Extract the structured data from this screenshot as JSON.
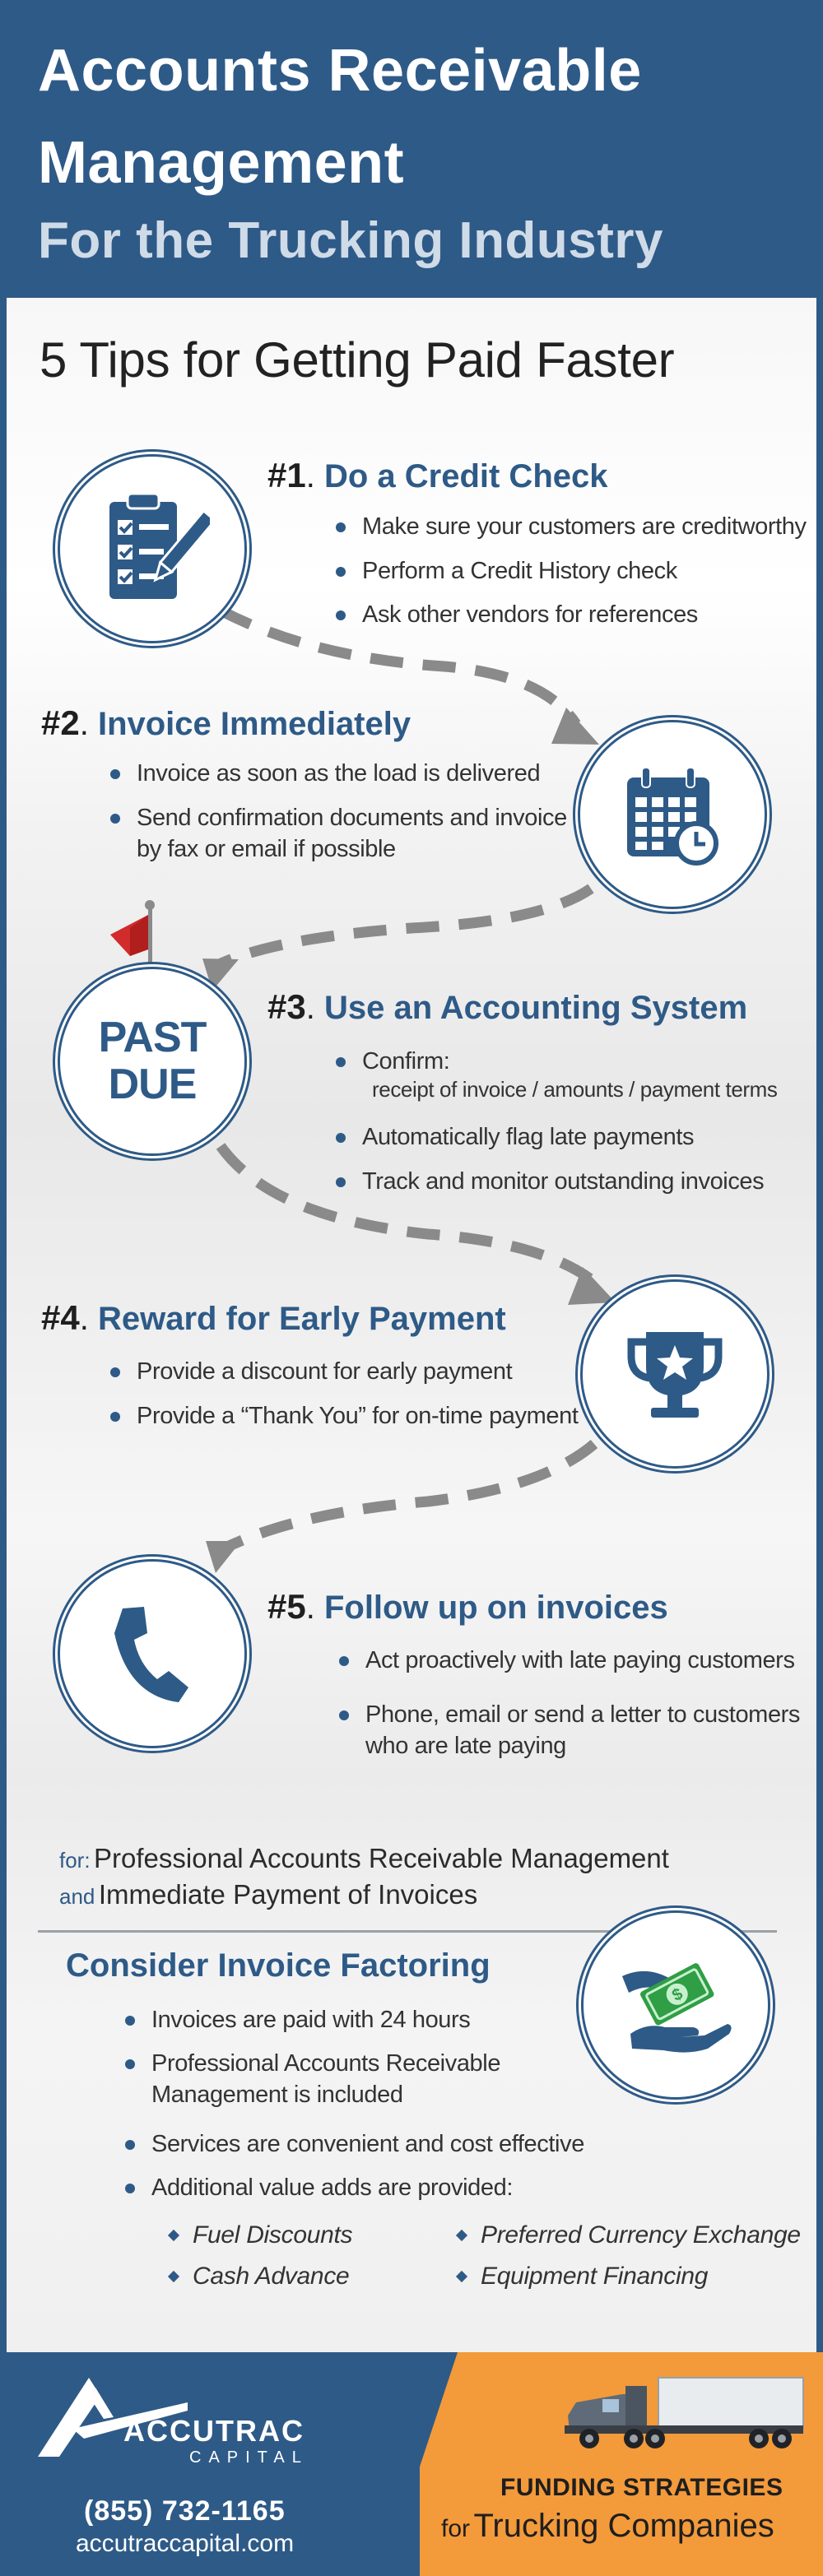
{
  "header": {
    "title_line1": "Accounts Receivable",
    "title_line2": "Management",
    "subtitle": "For the Trucking Industry"
  },
  "main_title": "5 Tips for Getting Paid Faster",
  "tips": [
    {
      "num": "1",
      "title": "Do a Credit Check",
      "icon": "checklist-icon",
      "bullets": [
        "Make sure your customers are creditworthy",
        "Perform a Credit History check",
        "Ask other vendors for references"
      ]
    },
    {
      "num": "2",
      "title": "Invoice Immediately",
      "icon": "calendar-clock-icon",
      "bullets": [
        "Invoice as soon as the load is delivered",
        "Send confirmation documents and invoice",
        "by fax or email if possible"
      ]
    },
    {
      "num": "3",
      "title": "Use an Accounting System",
      "icon": "past-due-flag-icon",
      "icon_text_1": "PAST",
      "icon_text_2": "DUE",
      "bullets": [
        "Confirm:",
        "receipt of invoice / amounts / payment terms",
        "Automatically flag late payments",
        "Track and monitor outstanding invoices"
      ]
    },
    {
      "num": "4",
      "title": "Reward for Early Payment",
      "icon": "trophy-star-icon",
      "bullets": [
        "Provide a discount for early payment",
        "Provide a “Thank You” for on-time payment"
      ]
    },
    {
      "num": "5",
      "title": "Follow up on invoices",
      "icon": "phone-handset-icon",
      "bullets": [
        "Act proactively with late paying customers",
        "Phone, email or send a letter to customers",
        "who are late paying"
      ]
    }
  ],
  "for_section": {
    "for_label": "for:",
    "for_text": "Professional Accounts Receivable Management",
    "and_label": "and",
    "and_text": "Immediate Payment of Invoices"
  },
  "consider": {
    "title": "Consider Invoice Factoring",
    "icon": "money-hands-icon",
    "bullets": [
      "Invoices are paid with 24 hours",
      "Professional Accounts Receivable",
      "Management is included",
      "Services are convenient and cost effective",
      "Additional value adds are provided:"
    ],
    "value_adds": [
      "Fuel Discounts",
      "Preferred Currency Exchange",
      "Cash Advance",
      "Equipment Financing"
    ]
  },
  "footer": {
    "brand_name": "ACCUTRAC",
    "brand_sub": "CAPITAL",
    "phone": "(855) 732-1165",
    "website": "accutraccapital.com",
    "funding_line1": "FUNDING STRATEGIES",
    "funding_for": "for",
    "funding_line2": "Trucking Companies",
    "truck_icon": "semi-truck-icon"
  },
  "colors": {
    "primary_blue": "#2e5a87",
    "orange": "#f39a3b",
    "green_money": "#2f9e44",
    "red_flag": "#d22b2b"
  }
}
